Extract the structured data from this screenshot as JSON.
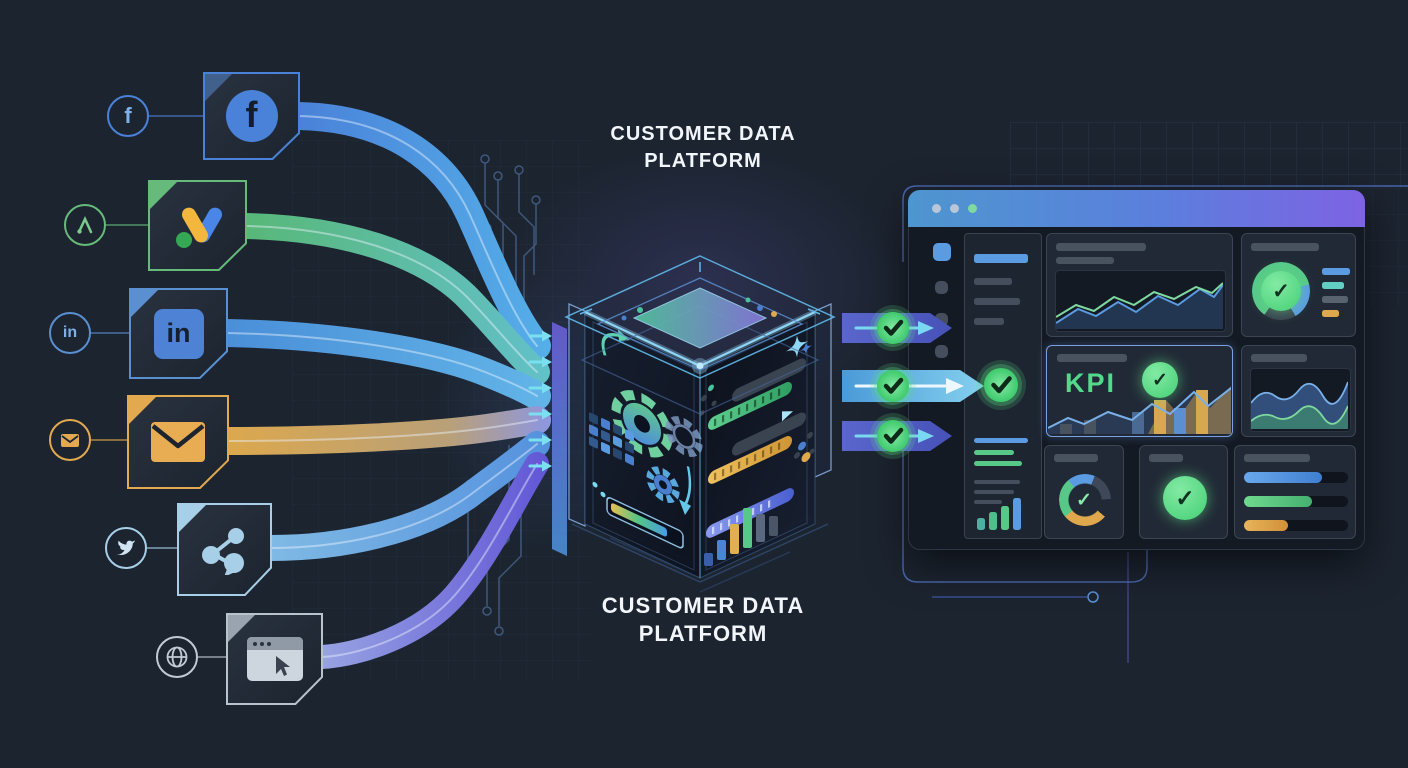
{
  "scene": {
    "bg_color": "#1c2430",
    "title_top": {
      "line1": "CUSTOMER DATA",
      "line2": "PLATFORM"
    },
    "title_bottom": {
      "line1": "CUSTOMER DATA",
      "line2": "PLATFORM"
    }
  },
  "sources": [
    {
      "name": "facebook",
      "icon": "facebook-icon",
      "glyph": "f",
      "accent": "#4a82d9"
    },
    {
      "name": "google-ads",
      "icon": "google-ads-icon",
      "glyph": "",
      "accent": "#66bb7a"
    },
    {
      "name": "linkedin",
      "icon": "linkedin-icon",
      "glyph": "in",
      "accent": "#5a8fd0"
    },
    {
      "name": "email",
      "icon": "email-icon",
      "glyph": "",
      "accent": "#e2a94f"
    },
    {
      "name": "social-share",
      "icon": "share-nodes-icon",
      "glyph": "",
      "accent": "#a8cfe8"
    },
    {
      "name": "web",
      "icon": "browser-icon",
      "glyph": "",
      "accent": "#b9c3ce"
    }
  ],
  "pipeline": {
    "input_arrow_color": "#7ae0f0",
    "output_arrow_colors": [
      "#5a66cc",
      "#4a9ad8"
    ],
    "checkmark_color": "#5fdd85"
  },
  "dashboard": {
    "titlebar_gradient": [
      "#4e96cf",
      "#7d63e2"
    ],
    "titlebar_dots": [
      "#b9c6d8",
      "#b9c6d8",
      "#7eda9e"
    ],
    "kpi_card": {
      "label": "KPI",
      "label_color": "#52d98a"
    },
    "check_glyph": "✓",
    "accent_colors": {
      "blue": "#5b9be2",
      "green": "#58c888",
      "teal": "#62cfc4",
      "orange": "#e0a84c"
    }
  }
}
